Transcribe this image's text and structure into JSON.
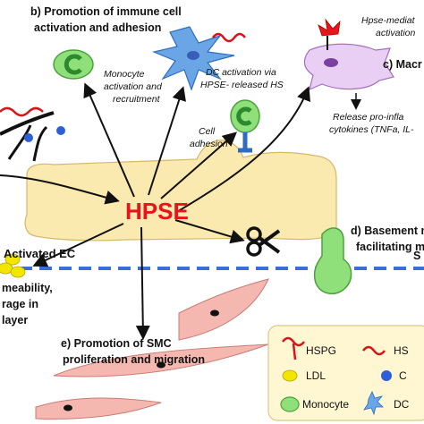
{
  "hub": "HPSE",
  "sections": {
    "b": {
      "line1": "b) Promotion of immune cell",
      "line2": "activation and adhesion"
    },
    "c": {
      "label": "c) Macr"
    },
    "d": {
      "line1": "d) Basement m",
      "line2": "facilitating m"
    },
    "e": {
      "line1": "e) Promotion of  SMC",
      "line2": "proliferation and migration"
    }
  },
  "labels": {
    "monocyte": [
      "Monocyte",
      "activation and",
      "recruitment"
    ],
    "dc": [
      "DC activation via",
      "HPSE- released HS"
    ],
    "adhesion": [
      "Cell",
      "adhesion"
    ],
    "macro_top": [
      "Hpse-mediat",
      "activation"
    ],
    "macro_release": [
      "Release pro-infla",
      "cytokines (TNFa, IL-"
    ],
    "activated_ec": "Activated EC",
    "permeability": [
      "meability,",
      "rage in",
      "layer"
    ],
    "right_edge": "S"
  },
  "legend": {
    "items": [
      "HSPG",
      "HS",
      "LDL",
      "C",
      "Monocyte",
      "DC"
    ]
  },
  "colors": {
    "hpse_red": "#e8141b",
    "endothelium": "#fbeab0",
    "cell_green": "#8fe07a",
    "dc_blue": "#6aa6e6",
    "macrophage": "#e8cff3",
    "smc": "#f4b8b0",
    "ldl_yellow": "#f2e600",
    "membrane_dash": "#3a6fd8",
    "legend_bg": "#fff6d2"
  }
}
